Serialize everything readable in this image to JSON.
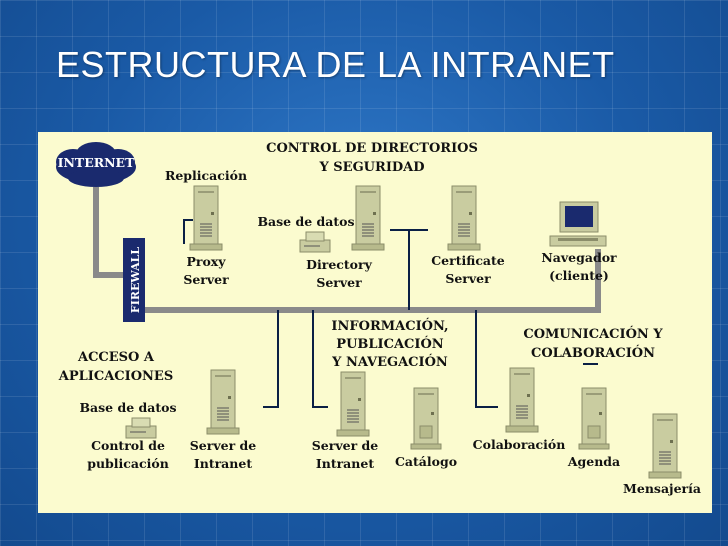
{
  "title": "ESTRUCTURA DE LA INTRANET",
  "sections": {
    "control": [
      "CONTROL DE DIRECTORIOS",
      "Y SEGURIDAD"
    ],
    "informacion": [
      "INFORMACIÓN,",
      "PUBLICACIÓN",
      "Y NAVEGACIÓN"
    ],
    "comunicacion": [
      "COMUNICACIÓN Y",
      "COLABORACIÓN"
    ],
    "acceso": [
      "ACCESO A",
      "APLICACIONES"
    ]
  },
  "labels": {
    "internet": "INTERNET",
    "firewall": "FIREWALL",
    "replicacion": "Replicación",
    "proxy": [
      "Proxy",
      "Server"
    ],
    "base_datos_top": "Base de datos",
    "directory": [
      "Directory",
      "Server"
    ],
    "certificate": [
      "Certificate",
      "Server"
    ],
    "navegador": [
      "Navegador",
      "(cliente)"
    ],
    "base_datos_bottom": "Base de datos",
    "control_pub": [
      "Control de",
      "publicación"
    ],
    "server_intranet_1": [
      "Server de",
      "Intranet"
    ],
    "server_intranet_2": [
      "Server de",
      "Intranet"
    ],
    "catalogo": "Catálogo",
    "colaboracion": "Colaboración",
    "agenda": "Agenda",
    "mensajeria": "Mensajería"
  },
  "colors": {
    "background": "#1b5fae",
    "panel": "#fbfbcf",
    "cloud": "#1a2a6e",
    "firewall": "#1a2a6e",
    "server": "#c9cca0",
    "wire": "#8a8a8a",
    "connector": "#0a1f45"
  },
  "icons": [
    "cloud-icon",
    "server-icon",
    "database-icon",
    "computer-icon",
    "firewall-icon"
  ]
}
